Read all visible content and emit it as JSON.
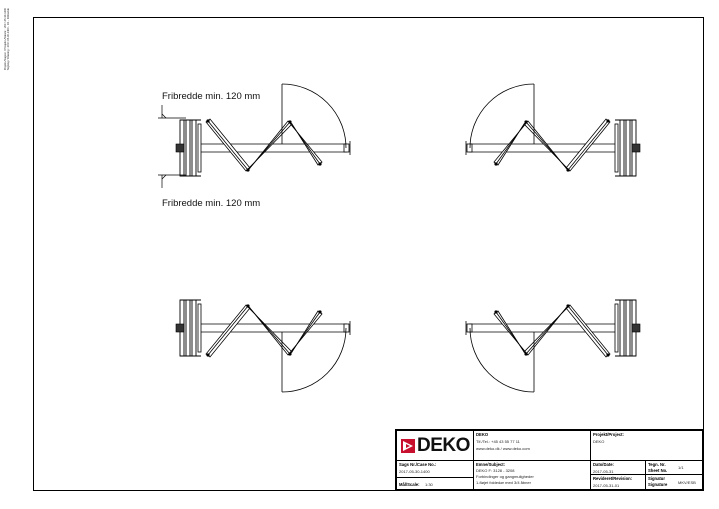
{
  "side_note": {
    "line1": "Projekt-/Sagsnr. / Prosjekt-/Saksnr. : 2017-05-30-1400",
    "line2": "Tegning / Drawing : 2017-05-30-1400 - 1/1 - Fribredde"
  },
  "drawing": {
    "dim_label_top": "Fribredde min. 120 mm",
    "dim_label_bottom": "Fribredde min. 120 mm"
  },
  "title_block": {
    "logo_text": "DEKO",
    "company": {
      "name": "DEKO",
      "phone": "Tlf./Tel.: +45 43 55 77 11",
      "web": "www.deko.dk / www.deko.com"
    },
    "project": {
      "label": "Projekt/Project:",
      "value": "DEKO"
    },
    "case": {
      "label": "Sags Nr./Case No.:",
      "value": "2017-05-30-1400"
    },
    "subject": {
      "label": "Emne/Subject:",
      "line1": "DEKO F: 3128 - 3208",
      "line2": "Forbindinger og gangmuligheder",
      "line3": "1-fløjet foldedør med 3/4 åbner"
    },
    "date": {
      "label": "Dato/Date:",
      "value": "2017-05-31"
    },
    "sheet": {
      "label_top": "Tegn. Nr.",
      "label_bottom": "Sheet No.",
      "value": "1/1"
    },
    "scale": {
      "label": "Mål/Scale:",
      "value": "1:30"
    },
    "revision": {
      "label": "Revideret/Revision:",
      "value": "2017-05-31-01"
    },
    "signature": {
      "label_top": "Signatur",
      "label_bottom": "Signature",
      "value": "MKV/ESB"
    }
  },
  "colors": {
    "logo_red": "#c8102e",
    "line": "#000000"
  }
}
